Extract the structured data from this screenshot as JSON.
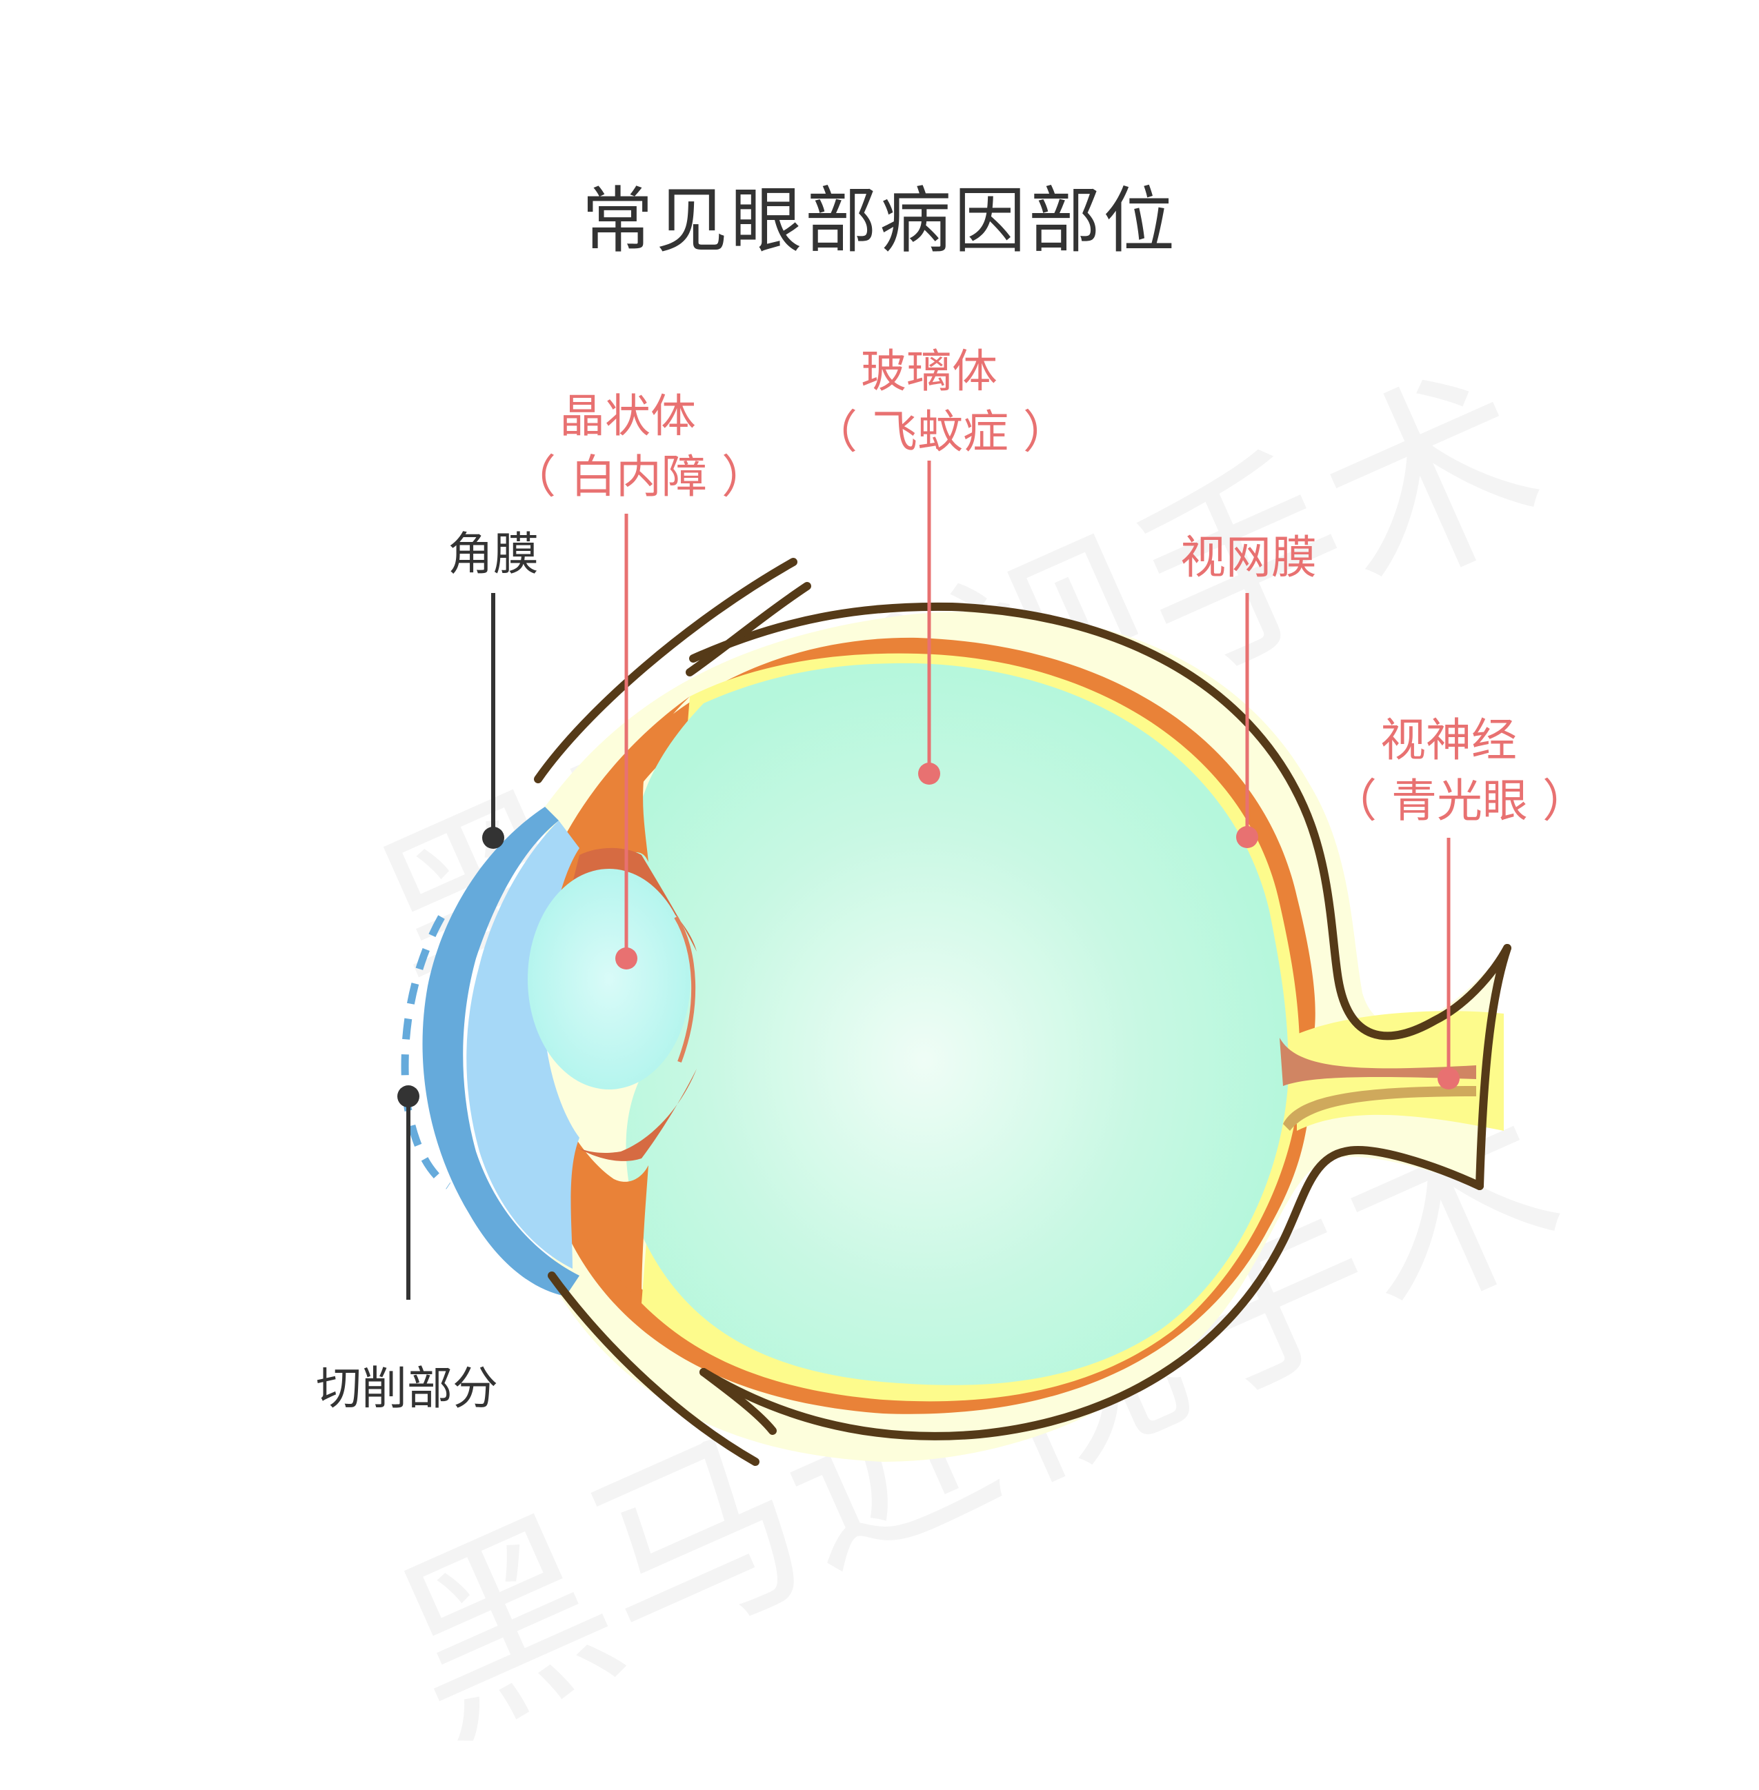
{
  "title": "常见眼部病因部位",
  "watermark": "黑马近视手术",
  "colors": {
    "outline": "#553a18",
    "sclera": "#fdfedc",
    "choroid": "#e98238",
    "retina": "#fdfb8c",
    "vitreous": "#b5f7dc",
    "vitreous_center": "#effdf6",
    "lens": "#b5f5ee",
    "cornea": "#65aadb",
    "aqueous": "#a6d8f7",
    "ciliary": "#d66b42",
    "nerve_vessel_1": "#d08563",
    "nerve_vessel_2": "#cfa95c",
    "label_pink": "#e87171",
    "label_dark": "#333333"
  },
  "labels": {
    "cornea": {
      "name": "角膜",
      "condition": null,
      "color": "dark"
    },
    "cut_part": {
      "name": "切削部分",
      "condition": null,
      "color": "dark"
    },
    "lens": {
      "name": "晶状体",
      "condition": "（ 白内障 ）",
      "color": "pink"
    },
    "vitreous": {
      "name": "玻璃体",
      "condition": "（ 飞蚊症 ）",
      "color": "pink"
    },
    "retina": {
      "name": "视网膜",
      "condition": null,
      "color": "pink"
    },
    "optic_nerve": {
      "name": "视神经",
      "condition": "（ 青光眼 ）",
      "color": "pink"
    }
  }
}
